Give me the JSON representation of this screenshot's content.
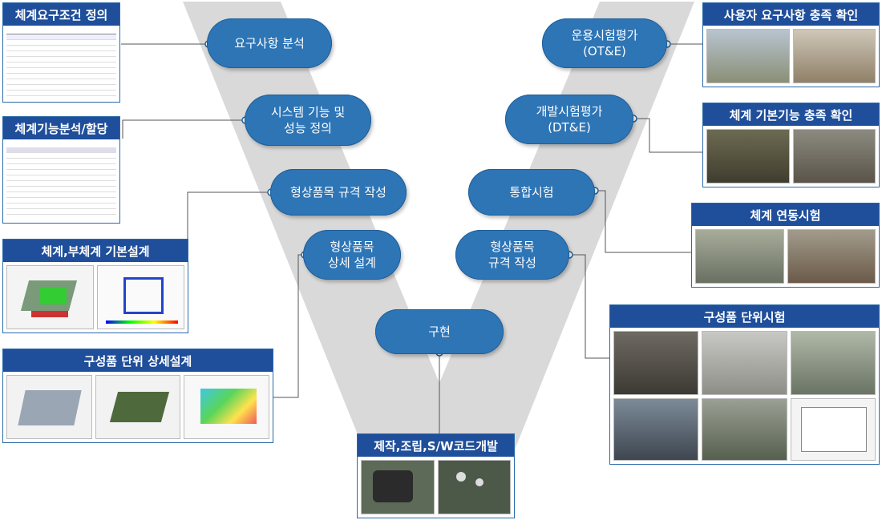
{
  "nodes": {
    "req_analysis": "요구사항 분석",
    "sys_func": "시스템 기능 및\n성능 정의",
    "config_spec_left": "형상품목 규격 작성",
    "config_detail": "형상품목\n상세 설계",
    "implementation": "구현",
    "config_spec_right": "형상품목\n규격 작성",
    "integration_test": "통합시험",
    "dte": "개발시험평가\n(DT&E)",
    "ote": "운용시험평가\n(OT&E)"
  },
  "panels": {
    "sys_req_def": "체계요구조건 정의",
    "sys_func_alloc": "체계기능분석/할당",
    "basic_design": "체계,부체계 기본설계",
    "detail_design": "구성품 단위 상세설계",
    "manufacturing": "제작,조립,S/W코드개발",
    "unit_test": "구성품 단위시험",
    "interlock_test": "체계 연동시험",
    "basic_func_check": "체계 기본기능 충족 확인",
    "user_req_check": "사용자 요구사항 충족 확인"
  },
  "colors": {
    "node": "#2e75b6",
    "panel_title": "#1f4e9a",
    "v_shape": "#d9d9d9"
  }
}
